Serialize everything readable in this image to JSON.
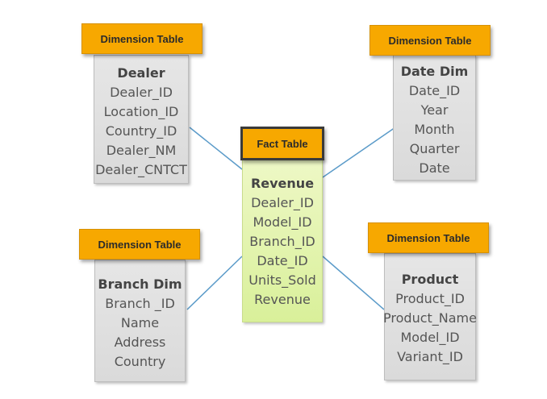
{
  "tables": {
    "dealer": {
      "label": "Dimension Table",
      "title": "Dealer",
      "fields": [
        "Dealer_ID",
        "Location_ID",
        "Country_ID",
        "Dealer_NM",
        "Dealer_CNTCT"
      ]
    },
    "date_dim": {
      "label": "Dimension Table",
      "title": "Date Dim",
      "fields": [
        "Date_ID",
        "Year",
        "Month",
        "Quarter",
        "Date"
      ]
    },
    "branch_dim": {
      "label": "Dimension Table",
      "title": "Branch Dim",
      "fields": [
        "Branch _ID",
        "Name",
        "Address",
        "Country"
      ]
    },
    "product": {
      "label": "Dimension Table",
      "title": "Product",
      "fields": [
        "Product_ID",
        "Product_Name",
        "Model_ID",
        "Variant_ID"
      ]
    },
    "fact": {
      "label": "Fact Table",
      "title": "Revenue",
      "fields": [
        "Dealer_ID",
        "Model_ID",
        "Branch_ID",
        "Date_ID",
        "Units_Sold",
        "Revenue"
      ]
    }
  },
  "colors": {
    "tag": "#f7a800",
    "dimension_box": "#dedede",
    "fact_box": "#e3f4ab",
    "connector": "#5b9bc9"
  }
}
